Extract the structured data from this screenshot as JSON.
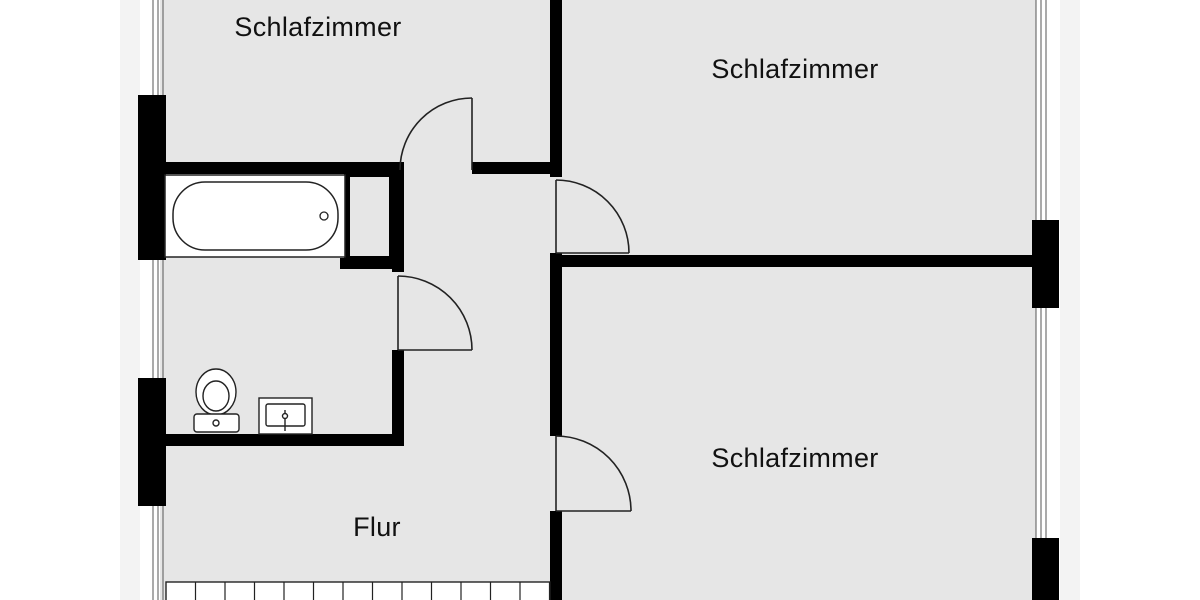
{
  "floorplan": {
    "colors": {
      "background": "#ffffff",
      "margin": "#f4f4f4",
      "floor": "#e6e6e6",
      "wall": "#000000",
      "fixture_fill": "#ffffff",
      "fixture_stroke": "#222222"
    },
    "rooms": [
      {
        "id": "bedroom-1",
        "label": "Schlafzimmer"
      },
      {
        "id": "bedroom-2",
        "label": "Schlafzimmer"
      },
      {
        "id": "bedroom-3",
        "label": "Schlafzimmer"
      },
      {
        "id": "hallway",
        "label": "Flur"
      }
    ],
    "fixtures": [
      "bathtub",
      "toilet",
      "washbasin",
      "stair"
    ]
  }
}
